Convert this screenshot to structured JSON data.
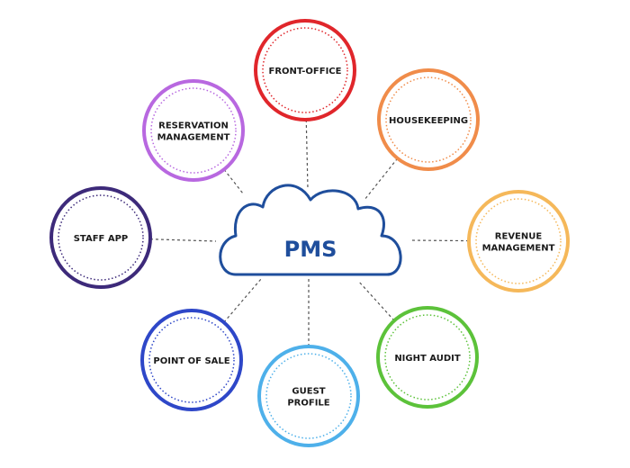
{
  "center": {
    "label": "PMS",
    "color": "#1f4e9c"
  },
  "modules": [
    {
      "id": "front-office",
      "lines": [
        "FRONT-OFFICE"
      ],
      "color": "#e0262b"
    },
    {
      "id": "housekeeping",
      "lines": [
        "HOUSEKEEPING"
      ],
      "color": "#f08c4a"
    },
    {
      "id": "revenue-management",
      "lines": [
        "REVENUE",
        "MANAGEMENT"
      ],
      "color": "#f5b85a"
    },
    {
      "id": "night-audit",
      "lines": [
        "NIGHT AUDIT"
      ],
      "color": "#5cc23a"
    },
    {
      "id": "guest-profile",
      "lines": [
        "GUEST",
        "PROFILE"
      ],
      "color": "#4eb0ea"
    },
    {
      "id": "point-of-sale",
      "lines": [
        "POINT OF SALE"
      ],
      "color": "#2e47c8"
    },
    {
      "id": "staff-app",
      "lines": [
        "STAFF APP"
      ],
      "color": "#3d2a7a"
    },
    {
      "id": "reservation-management",
      "lines": [
        "RESERVATION",
        "MANAGEMENT"
      ],
      "color": "#b868e0"
    }
  ]
}
